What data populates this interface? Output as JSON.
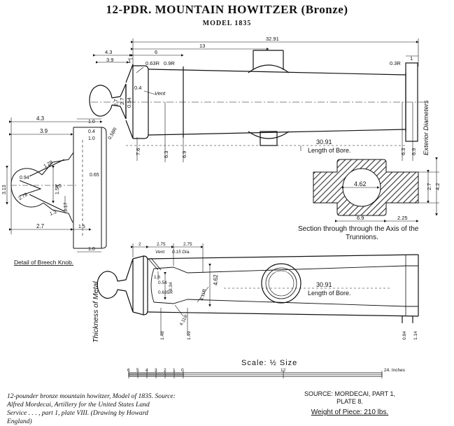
{
  "header": {
    "title": "12-PDR. MOUNTAIN HOWITZER (Bronze)",
    "subtitle": "MODEL 1835"
  },
  "dims": {
    "top_43": "4.3",
    "top_39": "3.9",
    "top_6": "6",
    "top_13": "13",
    "top_3291": "32.91",
    "top_1a": "1",
    "top_1b": "1",
    "r063": "0.63R",
    "r09": "0.9R",
    "r03": "0.3R",
    "d27": "2.7",
    "d27b": "2.7",
    "d54": "0.54",
    "d04": "0.4",
    "vent": "Vent",
    "d76": "7.6",
    "d63": "6.3",
    "d69": "6.9",
    "d63b": "6.3",
    "d69b": "6.9",
    "bore_len_top": "30.91",
    "bore_label_top": "Length of Bore.",
    "ext_diam": "Exterior Diameters",
    "k43": "4.3",
    "k39": "3.9",
    "k10": "1.0",
    "k04": "0.4",
    "k058": "0.58R",
    "k065": "0.65",
    "k128": "1.28",
    "k094": "0.94",
    "k313": "3.13",
    "k278": "2.78",
    "k317": "3.17",
    "k154": "1.54",
    "k15a": "1.5",
    "k13": "1.3",
    "k10b": "1.0",
    "k27": "2.7",
    "k15": "1.5",
    "k10c": "1.0",
    "knob_label": "Detail of Breech Knob.",
    "sec_462": "4.62",
    "sec_27": "2.7",
    "sec_42": "4.2",
    "sec_69": "6.9",
    "sec_225": "2.25",
    "sec_caption1": "Section through through the Axis of the",
    "sec_caption2": "Trunnions.",
    "lo_2": "2",
    "lo_275a": "2.75",
    "lo_275b": "2.75",
    "lo_vent": "Vent",
    "lo_015": "0.15 Dia.",
    "lo_16": "1.6",
    "lo_054": "0.54",
    "lo_334": "3.34",
    "lo_0635": "0.635R",
    "lo_411": "4.11R",
    "lo_418": "4.11R",
    "lo_462": "4.62",
    "lo_bore_len": "30.91",
    "lo_bore_label": "Length of Bore.",
    "lo_148": "1.48",
    "lo_149": "1.49",
    "lo_084": "0.84",
    "lo_114": "1.14",
    "thickness": "Thickness of Metal"
  },
  "scale": {
    "label": "Scale: ½ Size",
    "ticks_left": [
      "6",
      "5",
      "4",
      "3",
      "2",
      "1",
      "0"
    ],
    "tick_12": "12",
    "tick_end": "24. Inches"
  },
  "caption": {
    "line1": "12-pounder bronze mountain howitzer, Model of 1835. Source:",
    "line2": "Alfred Mordecai, Artillery for the United States Land",
    "line3": "Service . . . , part 1, plate VIII. (Drawing by Howard",
    "line4": "England)"
  },
  "source": {
    "line1": "SOURCE: MORDECAI, PART 1,",
    "line2": "PLATE 8."
  },
  "weight": "Weight of Piece: 210 lbs."
}
